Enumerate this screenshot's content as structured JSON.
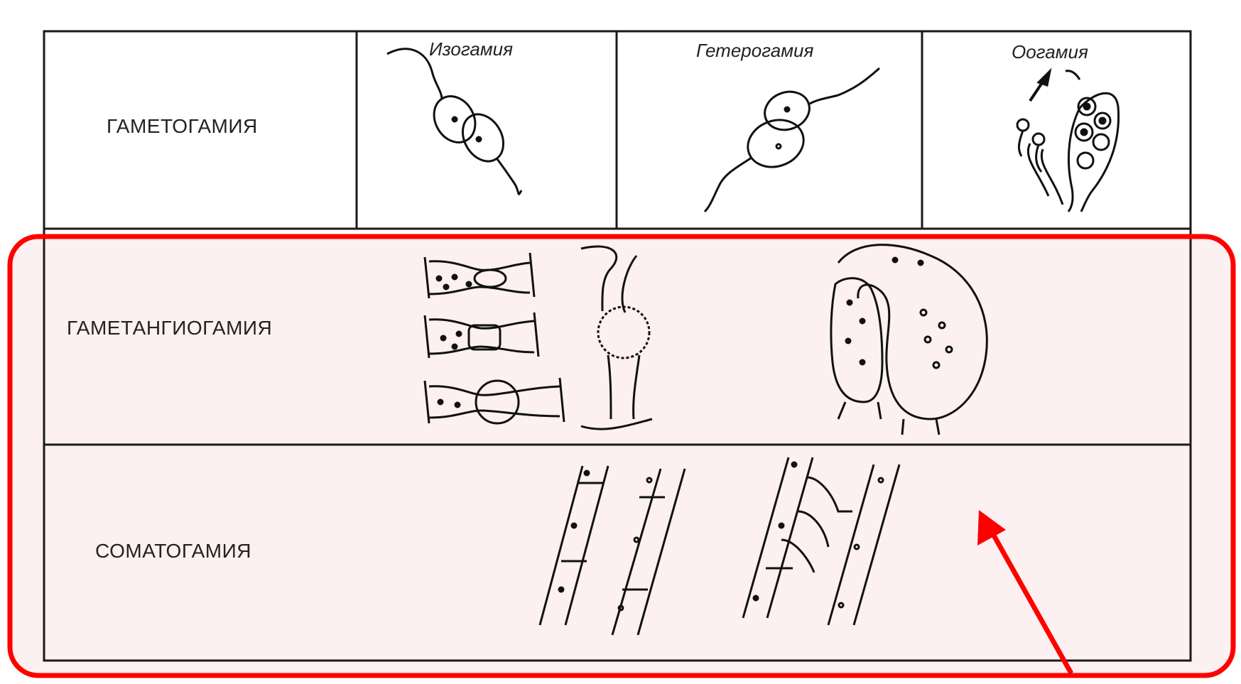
{
  "table": {
    "rows": [
      {
        "label": "ГАМЕТОГАМИЯ"
      },
      {
        "label": "ГАМЕТАНГИОГАМИЯ"
      },
      {
        "label": "СОМАТОГАМИЯ"
      }
    ],
    "columns": [
      {
        "label": "Изогамия"
      },
      {
        "label": "Гетерогамия"
      },
      {
        "label": "Оогамия"
      }
    ]
  },
  "colors": {
    "highlight": "#ff0000",
    "highlight_fill": "#fdf0f0",
    "line": "#1a1a1a"
  },
  "icons": [
    "isogamy-figure",
    "heterogamy-figure",
    "oogamy-figure",
    "gametangia-figure",
    "conjugation-figure",
    "somatogamy-figure",
    "pointer-arrow-icon"
  ]
}
